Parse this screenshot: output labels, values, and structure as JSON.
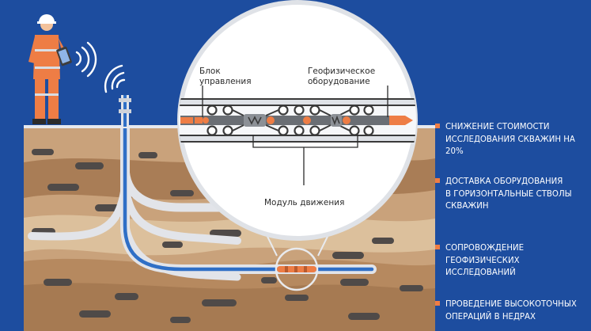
{
  "colors": {
    "background": "#1d4d9f",
    "accent": "#ee7d45",
    "soil": "#c8a27a",
    "pipe_outer": "#e2e4e9",
    "pipe_inner": "#2f6fc6",
    "text_dark": "#2b2b2b",
    "text_light": "#ffffff"
  },
  "diagram": {
    "labels": {
      "control_unit": "Блок\nуправления",
      "geophysical_equipment": "Геофизическое\nоборудование",
      "movement_module": "Модуль движения"
    }
  },
  "benefits": [
    {
      "text": "Снижение стоимости\nисследования скважин на 20%"
    },
    {
      "text": "Доставка оборудования\nв горизонтальные стволы\nскважин"
    },
    {
      "text": "Сопровождение\nгеофизических исследований"
    },
    {
      "text": "Проведение высокоточных\nопераций в недрах"
    }
  ],
  "icons": [
    "worker-icon",
    "tablet-icon",
    "wifi-signal-icon",
    "wellhead-icon",
    "downhole-tractor-icon"
  ]
}
